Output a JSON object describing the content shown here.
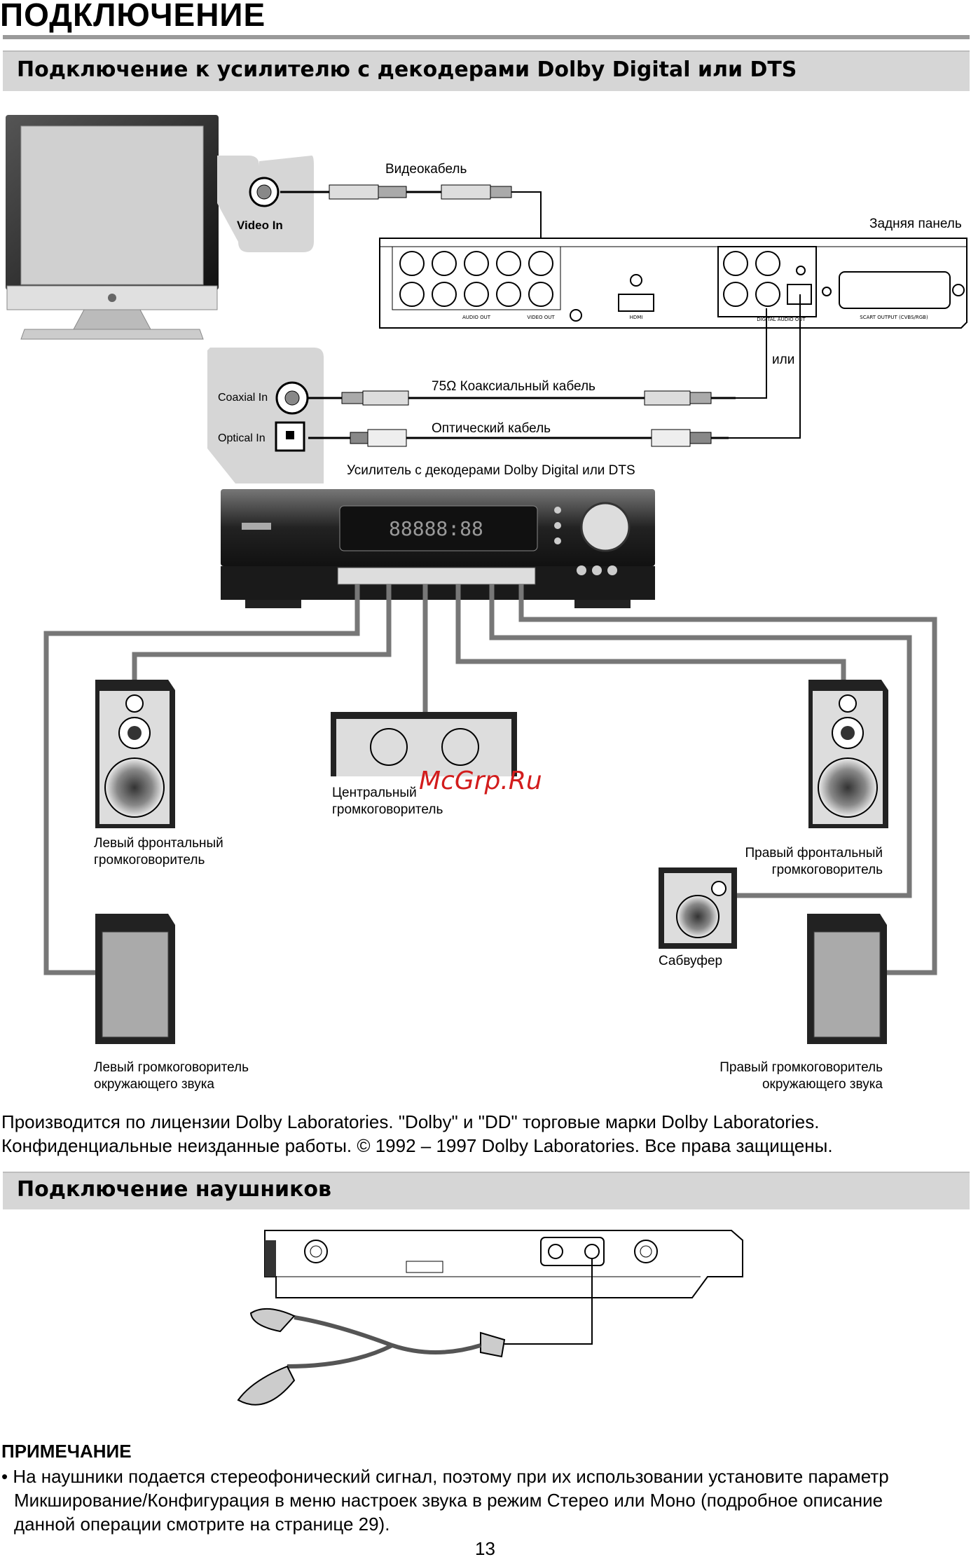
{
  "page": {
    "title": "ПОДКЛЮЧЕНИЕ",
    "page_number": "13",
    "watermark": "McGrp.Ru"
  },
  "section1": {
    "heading": "Подключение к усилителю с декодерами Dolby Digital или DTS",
    "tv_jack_label": "Video In",
    "video_cable": "Видеокабель",
    "rear_panel": "Задняя панель",
    "or_label": "или",
    "coaxial_in": "Coaxial In",
    "optical_in": "Optical In",
    "coax_cable": "75Ω  Коаксиальный кабель",
    "optical_cable": "Оптический кабель",
    "amplifier": "Усилитель с декодерами Dolby Digital или DTS",
    "amp_display": "88888:88",
    "panel_labels": {
      "audio_out": "AUDIO OUT",
      "video_out": "VIDEO OUT",
      "hdmi": "HDMI",
      "digital_audio_out": "DIGITAL AUDIO OUT",
      "scart": "SCART OUTPUT (CVBS/RGB)"
    },
    "speakers": {
      "center": [
        "Центральный",
        "громкоговоритель"
      ],
      "left_front": [
        "Левый фронтальный",
        "громкоговоритель"
      ],
      "right_front": [
        "Правый фронтальный",
        "громкоговоритель"
      ],
      "subwoofer": "Сабвуфер",
      "left_surround": [
        "Левый громкоговоритель",
        "окружающего звука"
      ],
      "right_surround": [
        "Правый громкоговоритель",
        "окружающего звука"
      ]
    },
    "license": [
      "Производится по лицензии Dolby Laboratories. \"Dolby\" и \"DD\" торговые марки Dolby Laboratories.",
      "Конфиденциальные неизданные работы. © 1992 – 1997 Dolby Laboratories. Все права защищены."
    ]
  },
  "section2": {
    "heading": "Подключение наушников"
  },
  "note": {
    "heading": "ПРИМЕЧАНИЕ",
    "lines": [
      "• На наушники подается стереофонический сигнал, поэтому при их использовании установите параметр",
      "Микширование/Конфигурация в меню настроек звука в режим Стерео или Моно (подробное описание",
      "данной операции смотрите на странице 29)."
    ]
  }
}
